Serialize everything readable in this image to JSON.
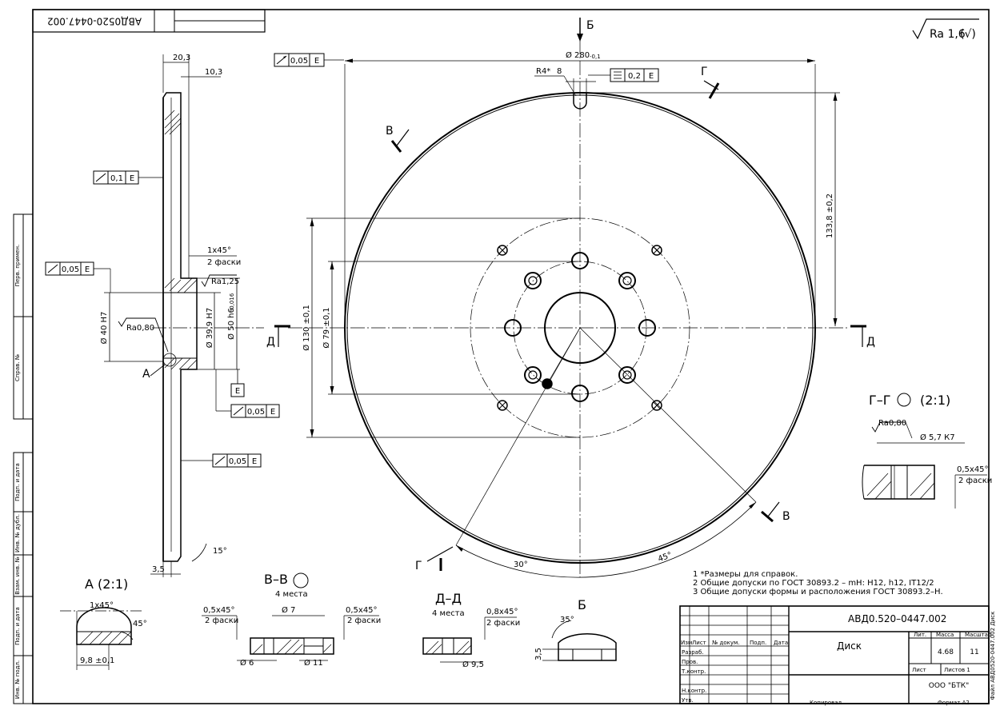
{
  "top_stamp": {
    "code_mirrored": "АВД0520-0447.002"
  },
  "roughness_general": {
    "ra": "Ra 1,6",
    "paren": "(√)"
  },
  "section_letters": {
    "b_top": "Б",
    "v_left": "В",
    "v_right": "В",
    "g_top": "Г",
    "g_bottom": "Г",
    "d_left": "Д",
    "d_right": "Д",
    "a_callout": "А"
  },
  "dims": {
    "d280": "Ø 280",
    "d280_tol": "-0,1",
    "r4": "R4*",
    "eight": "8",
    "flat_tol": "0,2",
    "flat_datum": "Е",
    "runout_top": "0,05",
    "runout_top_datum": "Е",
    "h133": "133,8 ±0,2",
    "d130": "Ø 130 ±0,1",
    "d79": "Ø 79 ±0,1",
    "angle30": "30°",
    "angle45": "45°",
    "w20": "20,3",
    "w10": "10,3",
    "run01": "0,1",
    "run01_datum": "Е",
    "cham": "1x45°",
    "cham2": "2 фаски",
    "run005a": "0,05",
    "run005a_datum": "Е",
    "ra125": "Ra1,25",
    "ra080": "Ra0,80",
    "d40": "Ø 40 H7",
    "d399": "Ø 39,9 H7",
    "d50": "Ø 50 h6",
    "d50_tol": "-0,016",
    "datum_e": "Е",
    "run005b": "0,05",
    "run005b_datum": "Е",
    "run005c": "0,05",
    "run005c_datum": "Е",
    "w35": "3,5",
    "a15": "15°"
  },
  "detail_a": {
    "title": "А (2:1)",
    "cham": "1x45°",
    "ang": "45°",
    "w": "9,8 ±0,1"
  },
  "section_vv": {
    "title": "В–В",
    "sub": "4 места",
    "cl": "0,5x45°",
    "cl2": "2 фаски",
    "cr": "0,5x45°",
    "cr2": "2 фаски",
    "d7": "Ø 7",
    "d6": "Ø 6",
    "d11": "Ø 11"
  },
  "section_dd": {
    "title": "Д–Д",
    "sub": "4 места",
    "c": "0,8x45°",
    "c2": "2 фаски",
    "d95": "Ø 9,5"
  },
  "view_b": {
    "title": "Б",
    "ang": "35°",
    "h": "3,5"
  },
  "section_gg": {
    "title": "Г–Г",
    "scale": "(2:1)",
    "ra": "Ra0,80",
    "d57": "Ø 5,7 К7",
    "c": "0,5x45°",
    "c2": "2 фаски"
  },
  "notes": [
    "1 *Размеры для справок.",
    "2 Общие допуски по ГОСТ 30893.2 – mH: H12, h12, IT12/2",
    "3 Общие допуски формы и расположения ГОСТ 30893.2–Н."
  ],
  "title_block": {
    "doc_code": "АВД0.520–0447.002",
    "name": "Диск",
    "col_izm": "Изм",
    "col_list": "Лист",
    "col_ndoc": "№ докум.",
    "col_podp": "Подп.",
    "col_data": "Дата",
    "row_razrab": "Разраб.",
    "row_prov": "Пров.",
    "row_tkontr": "Т.контр.",
    "row_nkontr": "Н.контр.",
    "row_utv": "Утв.",
    "h_lit": "Лит.",
    "h_massa": "Масса",
    "h_masshtab": "Масштаб",
    "massa": "4.68",
    "masshtab": "11",
    "list": "Лист",
    "listov": "Листов 1",
    "org": "ООО \"БТК\"",
    "kopiroval": "Копировал",
    "format": "Формат А2"
  },
  "margin_labels": [
    "Подп. и дата",
    "Инв. № дубл.",
    "Взам. инв. №",
    "Подп. и дата",
    "Инв. № подл.",
    "Справ. №",
    "Перв. примен."
  ],
  "right_margin_code": "Файл АВД0520-0447.002 Диск"
}
